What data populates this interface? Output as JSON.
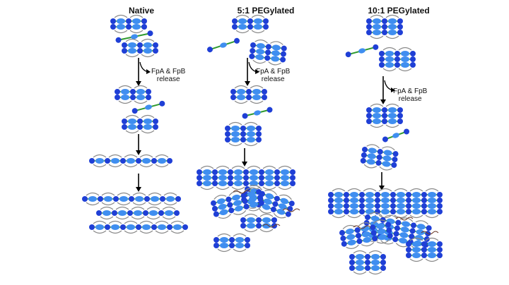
{
  "columns": [
    {
      "title": "Native",
      "release_line1": "FpA & FpB",
      "release_line2": "release"
    },
    {
      "title": "5:1 PEGylated",
      "release_line1": "FpA & FpB",
      "release_line2": "release"
    },
    {
      "title": "10:1 PEGylated",
      "release_line1": "FpA & FpB",
      "release_line2": "release"
    }
  ],
  "colors": {
    "monomer_dark": "#1f3fd6",
    "monomer_light": "#3f8ef0",
    "coiled_coil": "#2f9a2f",
    "alpha_c": "#8a8a8a",
    "arrow": "#000000",
    "peg_chain": "#6b3b2a"
  }
}
